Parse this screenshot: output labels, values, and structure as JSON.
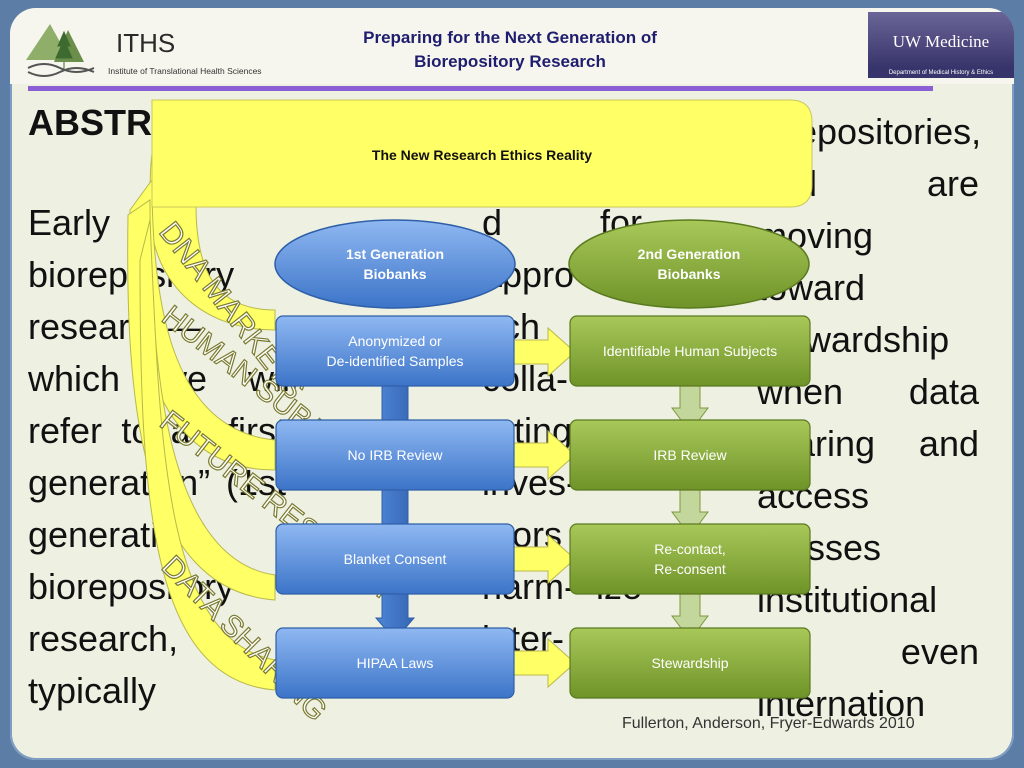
{
  "header": {
    "title_line1": "Preparing for the Next Generation of",
    "title_line2": "Biorepository Research",
    "iths_name": "ITHS",
    "iths_subtitle": "Institute of Translational Health Sciences",
    "uw_name": "UW Medicine",
    "uw_subtitle": "Department of Medical History & Ethics"
  },
  "abstract": {
    "heading": "ABSTR",
    "col1": "Early biorepository research— which we will refer to as first-generation” (1st-generation) biorepository research, typically",
    "col2": "d for appro- ach met- colla- rating inves- ators to harm- ize inter-",
    "col3": "iorepositories, and are moving toward stewardship when data sharing and access crosses institutional or even internation"
  },
  "diagram": {
    "title": "The New Research Ethics Reality",
    "arcs": [
      "DNA MARKETS",
      "HUMAN SUBJECTS",
      "FUTURE RESEARCH",
      "DATA SHARING"
    ],
    "gen1": {
      "header_line1": "1st Generation",
      "header_line2": "Biobanks",
      "items": [
        {
          "line1": "Anonymized or",
          "line2": "De-identified Samples"
        },
        {
          "line1": "No IRB Review",
          "line2": ""
        },
        {
          "line1": "Blanket Consent",
          "line2": ""
        },
        {
          "line1": "HIPAA Laws",
          "line2": ""
        }
      ]
    },
    "gen2": {
      "header_line1": "2nd Generation",
      "header_line2": "Biobanks",
      "items": [
        {
          "line1": "Identifiable Human Subjects",
          "line2": ""
        },
        {
          "line1": "IRB Review",
          "line2": ""
        },
        {
          "line1": "Re-contact,",
          "line2": "Re-consent"
        },
        {
          "line1": "Stewardship",
          "line2": ""
        }
      ]
    },
    "colors": {
      "banner": "#ffff66",
      "blue_box": "#5b8fd9",
      "green_box": "#8db33a",
      "arrow_yellow": "#ffff66",
      "arrow_green": "#c3d69b"
    }
  },
  "citation": "Fullerton, Anderson, Fryer-Edwards 2010"
}
